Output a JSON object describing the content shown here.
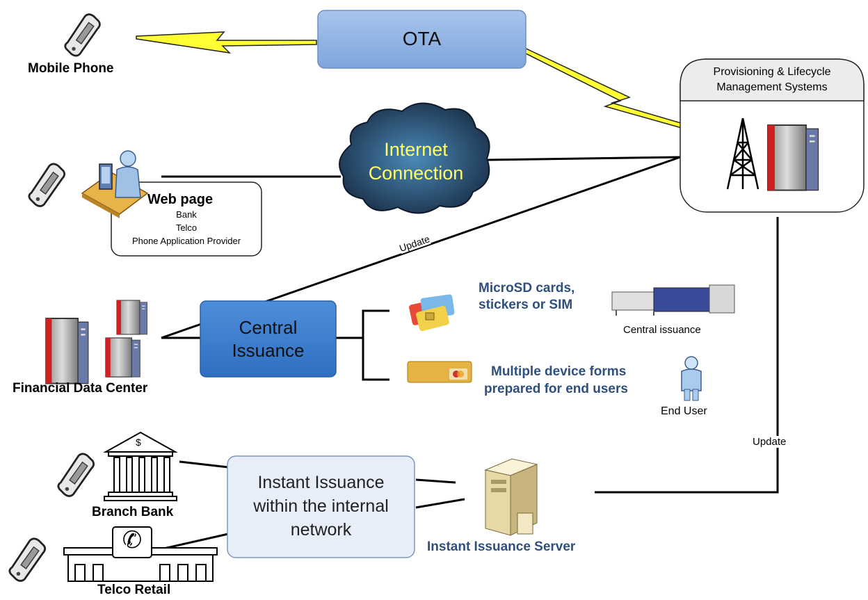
{
  "ota": {
    "label": "OTA"
  },
  "mobile_phone": {
    "label": "Mobile Phone"
  },
  "provisioning": {
    "title_line1": "Provisioning & Lifecycle",
    "title_line2": "Management Systems"
  },
  "internet": {
    "line1": "Internet",
    "line2": "Connection"
  },
  "web_page": {
    "title": "Web page",
    "line1": "Bank",
    "line2": "Telco",
    "line3": "Phone Application Provider"
  },
  "update_diagonal": "Update",
  "update_vertical": "Update",
  "central_issuance": {
    "line1": "Central",
    "line2": "Issuance"
  },
  "financial_data_center": "Financial Data Center",
  "microsd": {
    "line1": "MicroSD cards,",
    "line2": "stickers or SIM"
  },
  "central_issuance_caption": "Central issuance",
  "multiple_forms": {
    "line1": "Multiple device forms",
    "line2": "prepared for end users"
  },
  "end_user": "End User",
  "branch_bank": "Branch Bank",
  "telco_retail": "Telco Retail",
  "instant_issuance": {
    "line1": "Instant Issuance",
    "line2": "within the internal",
    "line3": "network"
  },
  "instant_issuance_server": "Instant Issuance Server",
  "icons": {
    "bank_symbol": "$",
    "phone_symbol": "✆"
  },
  "colors": {
    "ota_fill": "#8fb3e2",
    "central_fill": "#3d7fd0",
    "instant_fill": "#e8eef7",
    "navy_text": "#2f4f7f",
    "lightning": "#ffff33",
    "cloud": "#1f3a5a",
    "cloud_text": "#ffff66"
  }
}
